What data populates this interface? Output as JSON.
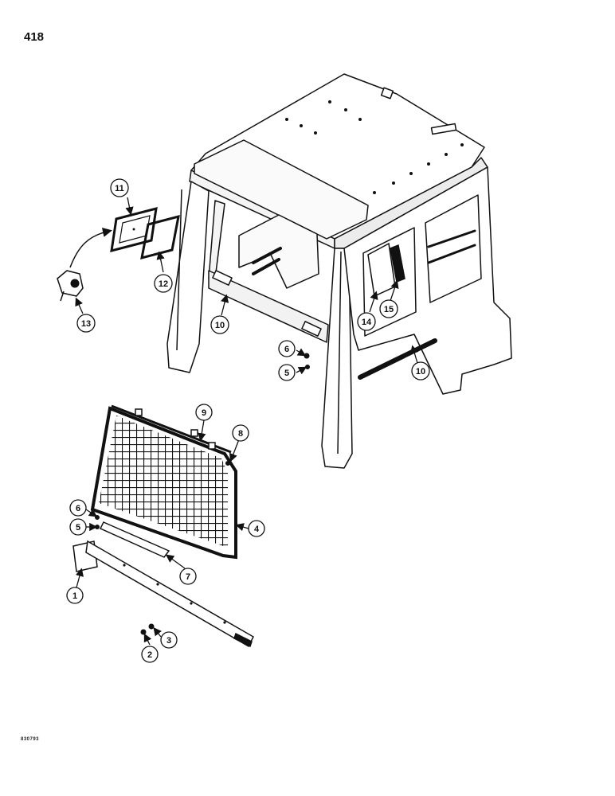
{
  "page": {
    "number": "418",
    "figure_code": "830793"
  },
  "callouts": [
    {
      "id": "c1",
      "label": "1"
    },
    {
      "id": "c2",
      "label": "2"
    },
    {
      "id": "c3",
      "label": "3"
    },
    {
      "id": "c4",
      "label": "4"
    },
    {
      "id": "c5a",
      "label": "5"
    },
    {
      "id": "c5b",
      "label": "5"
    },
    {
      "id": "c6a",
      "label": "6"
    },
    {
      "id": "c6b",
      "label": "6"
    },
    {
      "id": "c7",
      "label": "7"
    },
    {
      "id": "c8",
      "label": "8"
    },
    {
      "id": "c9",
      "label": "9"
    },
    {
      "id": "c10a",
      "label": "10"
    },
    {
      "id": "c10b",
      "label": "10"
    },
    {
      "id": "c11",
      "label": "11"
    },
    {
      "id": "c12",
      "label": "12"
    },
    {
      "id": "c13",
      "label": "13"
    },
    {
      "id": "c14",
      "label": "14"
    },
    {
      "id": "c15",
      "label": "15"
    }
  ]
}
